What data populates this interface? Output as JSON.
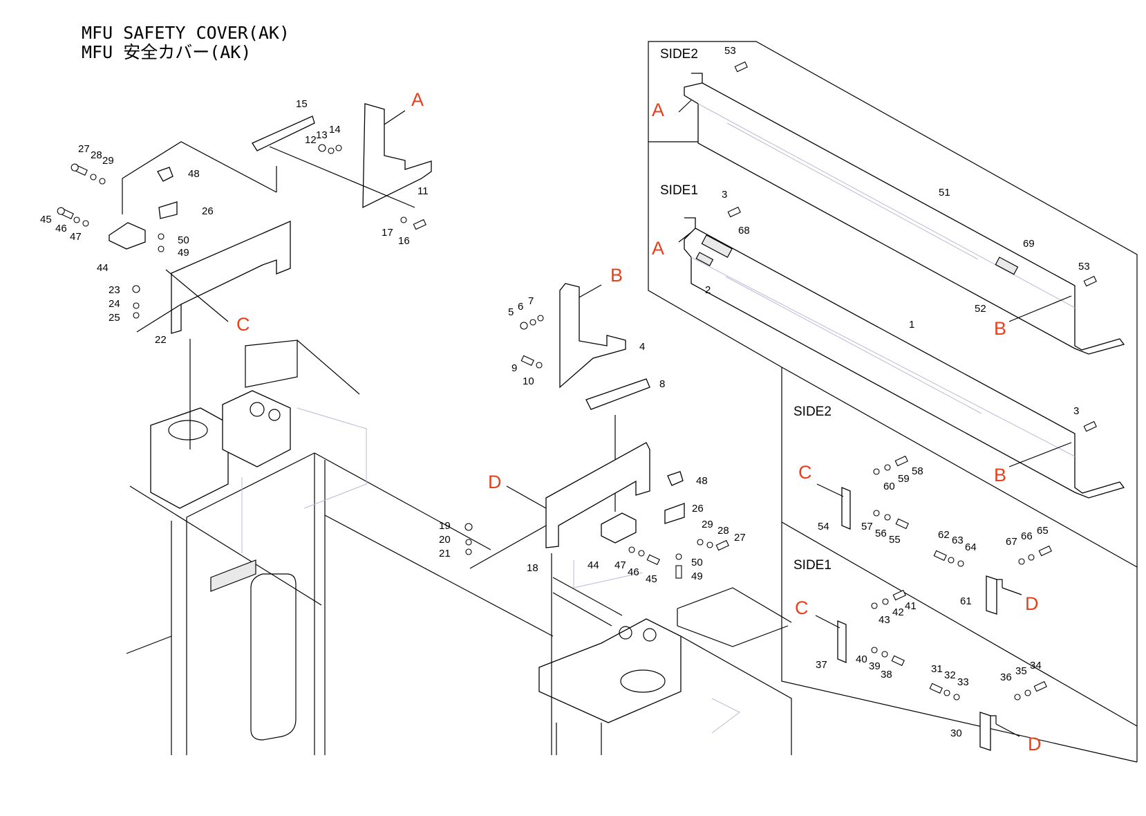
{
  "title": {
    "line1": "MFU SAFETY COVER(AK)",
    "line2": "MFU 安全カバー(AK)"
  },
  "panels": {
    "side2_top": "SIDE2",
    "side1_top": "SIDE1",
    "side2_bottom": "SIDE2",
    "side1_bottom": "SIDE1"
  },
  "refs": {
    "A": "A",
    "B": "B",
    "C": "C",
    "D": "D"
  },
  "part_numbers": [
    "1",
    "2",
    "3",
    "4",
    "5",
    "6",
    "7",
    "8",
    "9",
    "10",
    "11",
    "12",
    "13",
    "14",
    "15",
    "16",
    "17",
    "18",
    "19",
    "20",
    "21",
    "22",
    "23",
    "24",
    "25",
    "26",
    "27",
    "28",
    "29",
    "30",
    "31",
    "32",
    "33",
    "34",
    "35",
    "36",
    "37",
    "38",
    "39",
    "40",
    "41",
    "42",
    "43",
    "44",
    "45",
    "46",
    "47",
    "48",
    "49",
    "50",
    "51",
    "52",
    "53",
    "54",
    "55",
    "56",
    "57",
    "58",
    "59",
    "60",
    "61",
    "62",
    "63",
    "64",
    "65",
    "66",
    "67",
    "68",
    "69"
  ],
  "colors": {
    "reference_letter": "#e8401c",
    "line": "#000000",
    "ghost_line": "#b9b9d6"
  }
}
